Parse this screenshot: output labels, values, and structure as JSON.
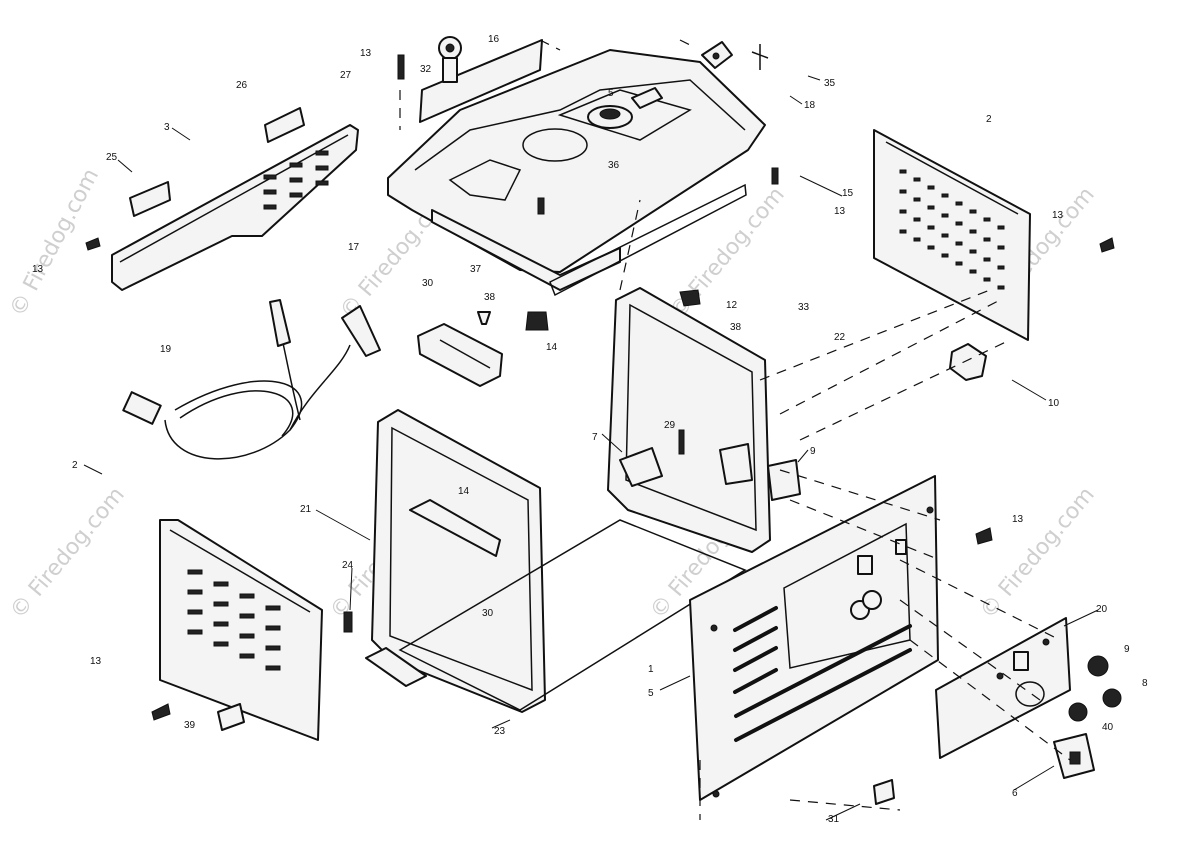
{
  "watermark": "© Firedog.com",
  "labels": {
    "p1": "1",
    "p2a": "2",
    "p2b": "2",
    "p3": "3",
    "p5a": "5",
    "p5b": "5",
    "p6": "6",
    "p7": "7",
    "p8": "8",
    "p9a": "9",
    "p9b": "9",
    "p10": "10",
    "p12": "12",
    "p13a": "13",
    "p13b": "13",
    "p13c": "13",
    "p13d": "13",
    "p13e": "13",
    "p13f": "13",
    "p14a": "14",
    "p14b": "14",
    "p15": "15",
    "p16": "16",
    "p17": "17",
    "p18": "18",
    "p19": "19",
    "p20": "20",
    "p21": "21",
    "p22": "22",
    "p23": "23",
    "p24": "24",
    "p25": "25",
    "p26": "26",
    "p27": "27",
    "p29": "29",
    "p30a": "30",
    "p30b": "30",
    "p31": "31",
    "p32": "32",
    "p33": "33",
    "p35": "35",
    "p36": "36",
    "p37": "37",
    "p38a": "38",
    "p38b": "38",
    "p39": "39",
    "p40": "40"
  }
}
